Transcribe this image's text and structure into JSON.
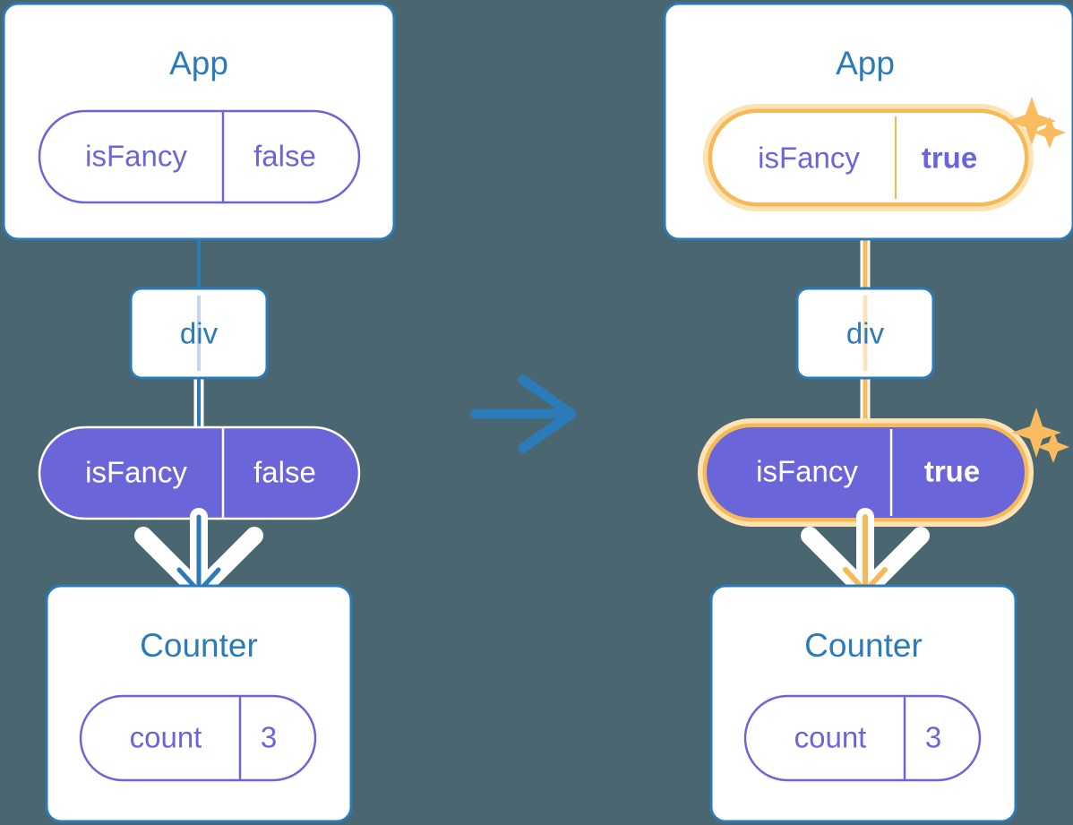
{
  "diagram": {
    "title": "React state update propagation diagram",
    "background_color": "#4a6670",
    "accent_blue": "#2b7bb9",
    "accent_purple": "#6a66d9",
    "accent_orange": "#f7b955",
    "glow_orange": "#fce3b4",
    "transition_arrow": "right-arrow"
  },
  "before": {
    "app": {
      "title": "App",
      "prop": {
        "key": "isFancy",
        "value": "false",
        "style": "outline",
        "highlighted": false
      }
    },
    "div": {
      "label": "div"
    },
    "props_pill": {
      "key": "isFancy",
      "value": "false",
      "style": "filled",
      "highlighted": false
    },
    "counter": {
      "title": "Counter",
      "prop": {
        "key": "count",
        "value": "3",
        "style": "outline",
        "highlighted": false
      }
    }
  },
  "after": {
    "app": {
      "title": "App",
      "prop": {
        "key": "isFancy",
        "value": "true",
        "style": "outline",
        "highlighted": true,
        "sparkle": "sparkles-icon"
      }
    },
    "div": {
      "label": "div"
    },
    "props_pill": {
      "key": "isFancy",
      "value": "true",
      "style": "filled",
      "highlighted": true,
      "sparkle": "sparkles-icon"
    },
    "counter": {
      "title": "Counter",
      "prop": {
        "key": "count",
        "value": "3",
        "style": "outline",
        "highlighted": false
      }
    }
  }
}
